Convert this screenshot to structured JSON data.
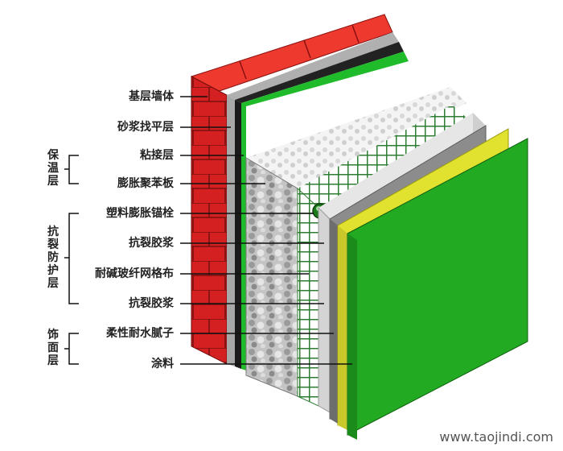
{
  "diagram": {
    "layer_labels": [
      "基层墙体",
      "砂浆找平层",
      "粘接层",
      "膨胀聚苯板",
      "塑料膨胀锚栓",
      "抗裂胶浆",
      "耐碱玻纤网格布",
      "抗裂胶浆",
      "柔性耐水腻子",
      "涂料"
    ],
    "groups": {
      "insulation": "保温层",
      "anti_crack": "抗裂防护层",
      "finish": "饰面层"
    },
    "watermark": "www.taojindi.com",
    "colors": {
      "brick": "#d42020",
      "mortar": "#9a9a9a",
      "adhesive": "#222222",
      "green": "#1fbb2a",
      "eps": "#bdbdbd",
      "mesh": "#2e7d32",
      "yellow": "#e0e030",
      "finish_green": "#22aa22"
    }
  }
}
